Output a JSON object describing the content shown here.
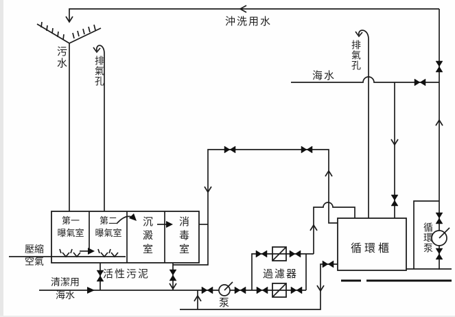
{
  "diagram": {
    "title_hint": "marine sewage treatment piping diagram",
    "labels": {
      "flush_water": "沖洗用水",
      "sewage": "污水",
      "vent_left": "排氣孔",
      "vent_right": "排氣孔",
      "seawater": "海水",
      "aeration1_line1": "第一",
      "aeration1_line2": "曝氣室",
      "aeration2_line1": "第二",
      "aeration2_line2": "曝氣室",
      "settling": "沉澱室",
      "disinfection": "消毒室",
      "compressed_air_line1": "壓縮",
      "compressed_air_line2": "空氣",
      "clean_seawater_line1": "清潔用",
      "clean_seawater_line2": "海水",
      "activated_sludge": "活性污泥",
      "pump": "泵",
      "filter": "過濾器",
      "circulation_tank": "循環櫃",
      "circulation_pump": "循環泵"
    },
    "colors": {
      "line": "#1c1c1c",
      "background": "#fefefe",
      "text": "#1e1e1e"
    }
  }
}
